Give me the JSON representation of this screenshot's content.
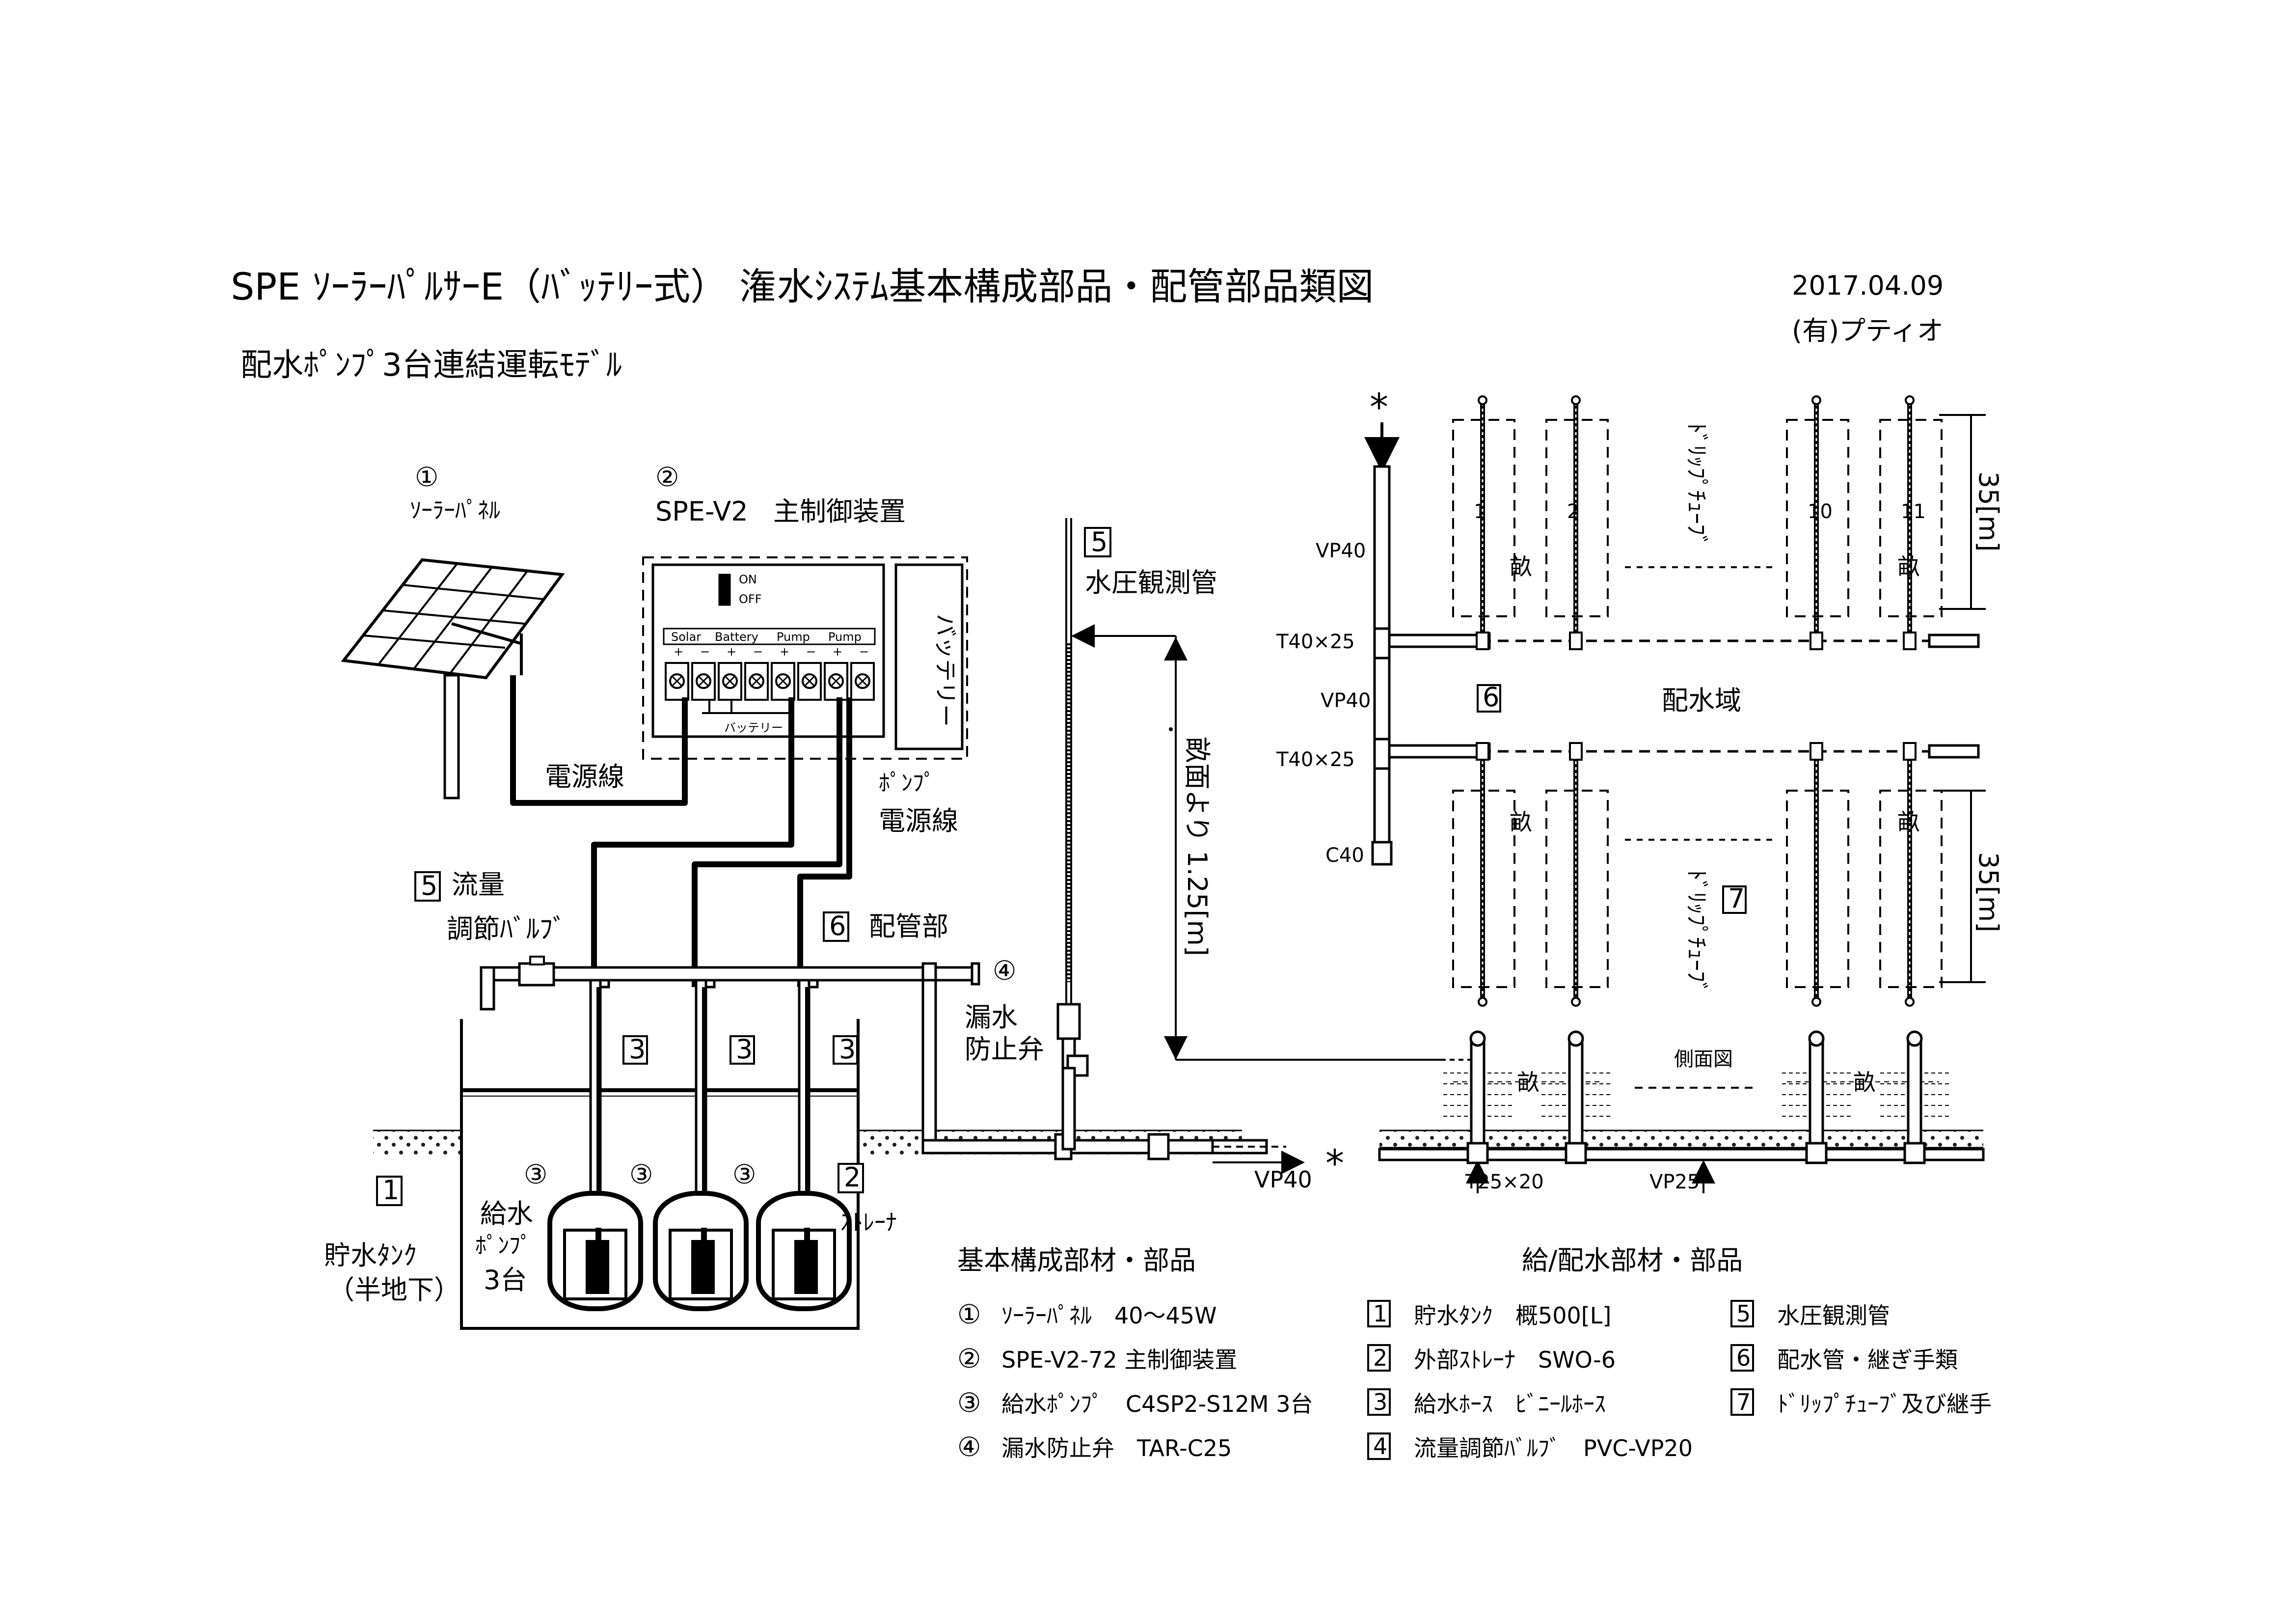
{
  "header": {
    "title": "SPE ｿｰﾗｰﾊﾟﾙｻｰE（ﾊﾞｯﾃﾘｰ式） 潅水ｼｽﾃﾑ基本構成部品・配管部品類図",
    "subtitle": "配水ﾎﾟﾝﾌﾟ3台連結運転ﾓﾃﾞﾙ",
    "date": "2017.04.09",
    "company": "(有)プティオ"
  },
  "solar": {
    "number": "①",
    "label": "ｿｰﾗｰﾊﾟﾈﾙ"
  },
  "controller": {
    "number": "②",
    "model": "SPE-V2",
    "label": "主制御装置",
    "switch_on": "ON",
    "switch_off": "OFF",
    "terminal_headers": [
      "Solar",
      "Battery",
      "Pump",
      "Pump"
    ],
    "polarity": [
      "+",
      "−",
      "+",
      "−",
      "+",
      "−",
      "+",
      "−"
    ],
    "battery_label": "バッテリー",
    "battery_bus_label": "バッテリー"
  },
  "wires": {
    "power_line": "電源線",
    "pump_power_line_1": "ﾎﾟﾝﾌﾟ",
    "pump_power_line_2": "電源線"
  },
  "piping": {
    "flow_valve_number": "5",
    "flow_valve_1": "流量",
    "flow_valve_2": "調節ﾊﾞﾙﾌﾞ",
    "pipe_section_number": "6",
    "pipe_section": "配管部",
    "leak_valve_number": "④",
    "leak_valve_1": "漏水",
    "leak_valve_2": "防止弁",
    "pump_tag": "3",
    "pump_circle": "③",
    "strainer_number": "2",
    "strainer": "ｽﾄﾚｰﾅ",
    "tank_number": "1",
    "tank_1": "貯水ﾀﾝｸ",
    "tank_2": "（半地下）",
    "pumps_1": "給水",
    "pumps_2": "ﾎﾟﾝﾌﾟ",
    "pumps_3": "3台",
    "outlet_pipe": "VP40",
    "asterisk": "*"
  },
  "gauge": {
    "number": "5",
    "label": "水圧観測管",
    "height_label": "畝面より 1.25[m]"
  },
  "field": {
    "asterisk": "*",
    "main_pipe_top": "VP40",
    "tee_top": "T40×25",
    "main_pipe_mid": "VP40",
    "tee_bottom": "T40×25",
    "cap": "C40",
    "row_numbers": [
      "1",
      "2",
      "10",
      "11"
    ],
    "drip_tube_top": "ﾄﾞﾘｯﾌﾟﾁｭｰﾌﾞ",
    "drip_tube_bottom": "ﾄﾞﾘｯﾌﾟﾁｭｰﾌﾞ",
    "bed": "畝",
    "area_number": "6",
    "area_label": "配水域",
    "drip_number": "7",
    "length_top": "35[m]",
    "length_bottom": "35[m]",
    "side_view": "側面図",
    "tee_small": "T25×20",
    "vp25": "VP25"
  },
  "legend_left": {
    "title": "基本構成部材・部品",
    "items": [
      {
        "no": "①",
        "text": "ｿｰﾗｰﾊﾟﾈﾙ　40～45W"
      },
      {
        "no": "②",
        "text": "SPE-V2-72 主制御装置"
      },
      {
        "no": "③",
        "text": "給水ﾎﾟﾝﾌﾟ　C4SP2-S12M 3台"
      },
      {
        "no": "④",
        "text": "漏水防止弁　TAR-C25"
      }
    ]
  },
  "legend_right": {
    "title": "給/配水部材・部品",
    "col1": [
      {
        "no": "1",
        "text": "貯水ﾀﾝｸ　概500[L]"
      },
      {
        "no": "2",
        "text": "外部ｽﾄﾚｰﾅ　SWO-6"
      },
      {
        "no": "3",
        "text": "給水ﾎｰｽ　ﾋﾞﾆｰﾙﾎｰｽ"
      },
      {
        "no": "4",
        "text": "流量調節ﾊﾞﾙﾌﾞ　PVC-VP20"
      }
    ],
    "col2": [
      {
        "no": "5",
        "text": "水圧観測管"
      },
      {
        "no": "6",
        "text": "配水管・継ぎ手類"
      },
      {
        "no": "7",
        "text": "ﾄﾞﾘｯﾌﾟﾁｭｰﾌﾞ及び継手"
      }
    ]
  }
}
